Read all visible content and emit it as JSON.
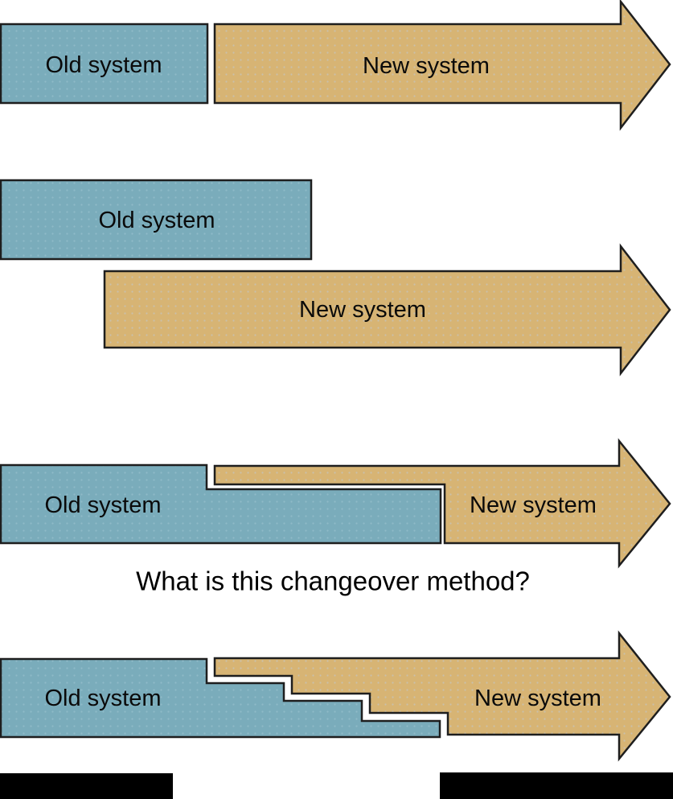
{
  "question": {
    "text": "What is this changeover method?"
  },
  "colors": {
    "old_system_fill": "#7aacbb",
    "new_system_fill": "#d7b474",
    "outline": "#1e1e1e",
    "label_text": "#0a0a0a",
    "question_text": "#000000",
    "redaction_bar": "#000000",
    "background": "#ffffff"
  },
  "diagrams": [
    {
      "old_label": "Old system",
      "new_label": "New system"
    },
    {
      "old_label": "Old system",
      "new_label": "New system"
    },
    {
      "old_label": "Old system",
      "new_label": "New system"
    },
    {
      "old_label": "Old system",
      "new_label": "New system"
    }
  ]
}
